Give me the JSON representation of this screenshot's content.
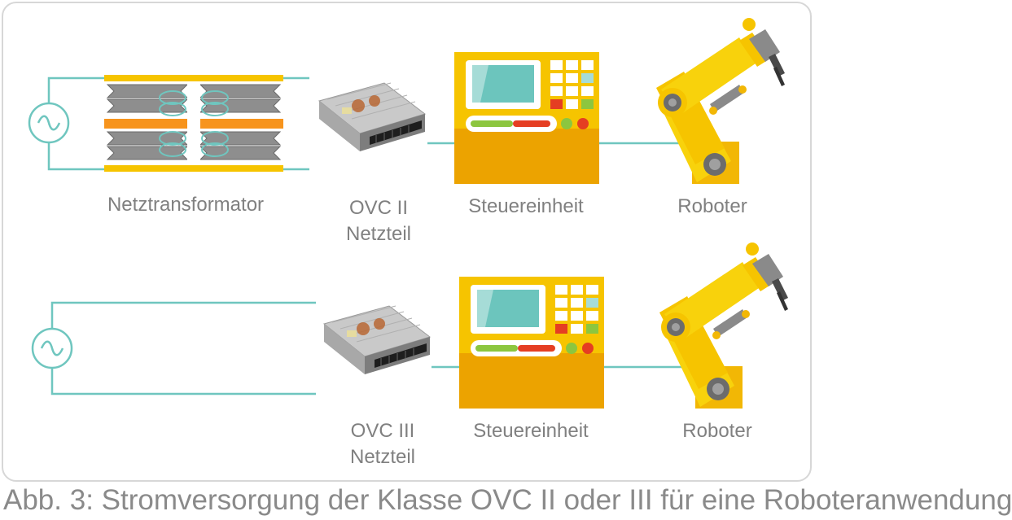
{
  "caption": "Abb. 3: Stromversorgung der Klasse OVC II oder III für eine Roboteranwendung",
  "colors": {
    "line": "#6fc6bf",
    "frame": "#d7d7d7",
    "label": "#808080",
    "panel": "#f6c400",
    "panel_base": "#eca300",
    "screen": "#6cc5bd",
    "robot": "#f8d20c",
    "transformer_core": "#f7941d"
  },
  "row1": {
    "source_icon": "ac-source-icon",
    "transformer_label": "Netztransformator",
    "psu_label_line1": "OVC II",
    "psu_label_line2": "Netzteil",
    "control_label": "Steuereinheit",
    "robot_label": "Roboter"
  },
  "row2": {
    "source_icon": "ac-source-icon",
    "psu_label_line1": "OVC III",
    "psu_label_line2": "Netzteil",
    "control_label": "Steuereinheit",
    "robot_label": "Roboter"
  }
}
